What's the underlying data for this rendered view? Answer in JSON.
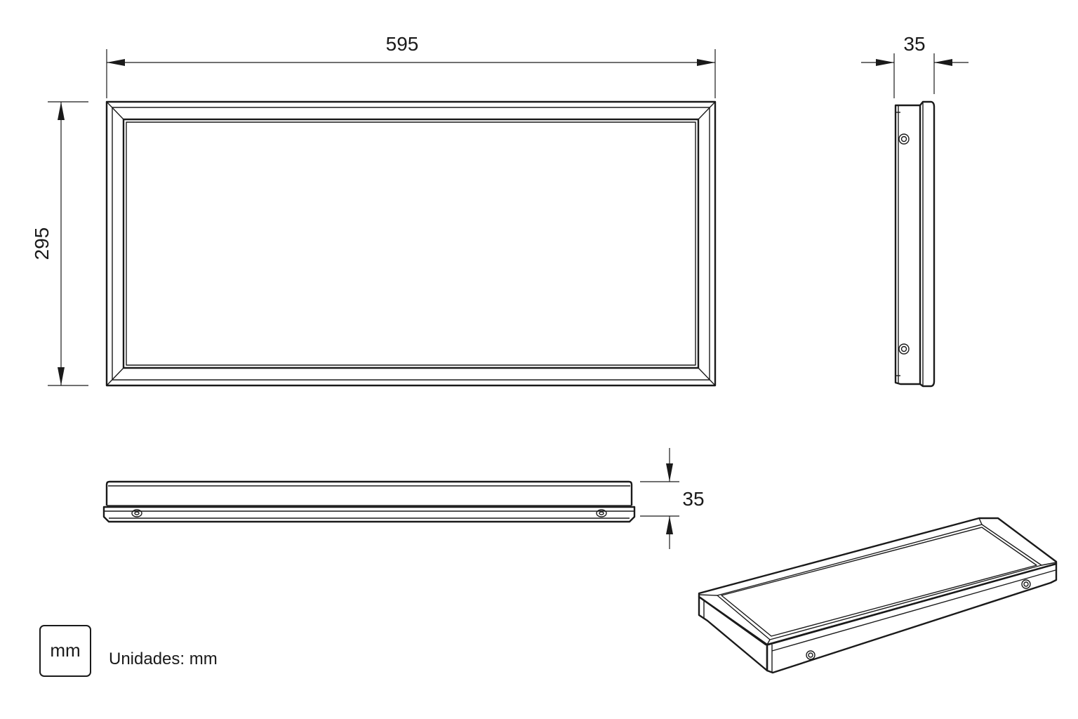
{
  "dimensions": {
    "width": "595",
    "height": "295",
    "depth_side": "35",
    "depth_bottom": "35"
  },
  "units": {
    "badge": "mm",
    "label": "Unidades: mm"
  },
  "colors": {
    "line": "#1a1a1a",
    "background": "#ffffff"
  }
}
